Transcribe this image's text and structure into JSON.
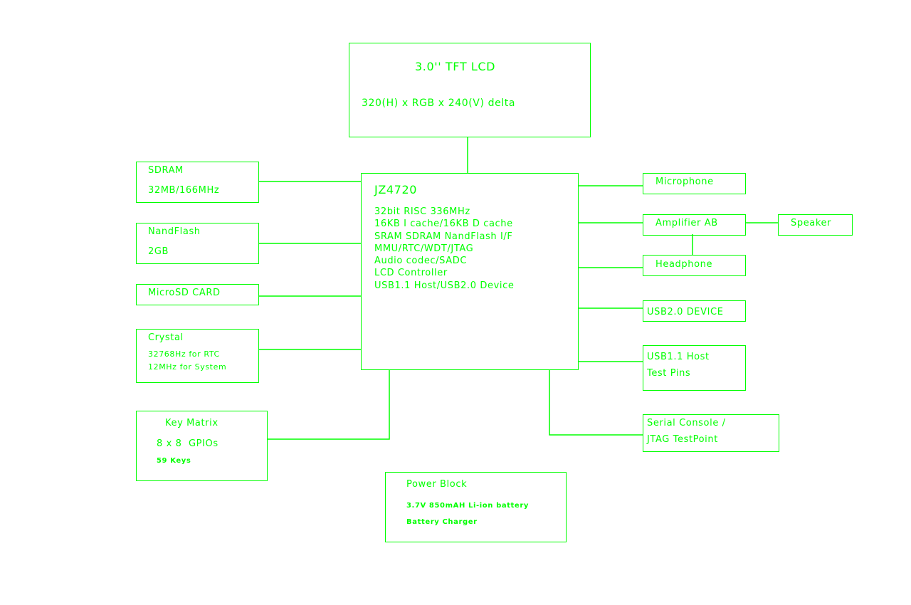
{
  "colors": {
    "line": "#00ff00",
    "background": "#ffffff"
  },
  "lcd": {
    "title": "3.0'' TFT LCD",
    "spec": "320(H) x RGB x 240(V) delta"
  },
  "cpu": {
    "name": "JZ4720",
    "features": [
      "32bit RISC 336MHz",
      "16KB I cache/16KB D cache",
      "SRAM SDRAM NandFlash I/F",
      "MMU/RTC/WDT/JTAG",
      "Audio codec/SADC",
      "LCD Controller",
      "USB1.1 Host/USB2.0 Device"
    ]
  },
  "sdram": {
    "title": "SDRAM",
    "spec": "32MB/166MHz"
  },
  "nandflash": {
    "title": "NandFlash",
    "spec": "2GB"
  },
  "microsd": {
    "title": "MicroSD CARD"
  },
  "crystal": {
    "title": "Crystal",
    "line1": "32768Hz for RTC",
    "line2": "12MHz for System"
  },
  "keymatrix": {
    "title": "Key Matrix",
    "spec": "8 x 8  GPIOs",
    "keys": "59 Keys"
  },
  "power": {
    "title": "Power Block",
    "battery": "3.7V 850mAH Li-ion battery",
    "charger": "Battery Charger"
  },
  "microphone": {
    "title": "Microphone"
  },
  "amplifier": {
    "title": "Amplifier AB"
  },
  "speaker": {
    "title": "Speaker"
  },
  "headphone": {
    "title": "Headphone"
  },
  "usbdevice": {
    "title": "USB2.0 DEVICE"
  },
  "usbhost": {
    "line1": "USB1.1 Host",
    "line2": "Test Pins"
  },
  "serial": {
    "line1": "Serial Console /",
    "line2": "JTAG TestPoint"
  }
}
